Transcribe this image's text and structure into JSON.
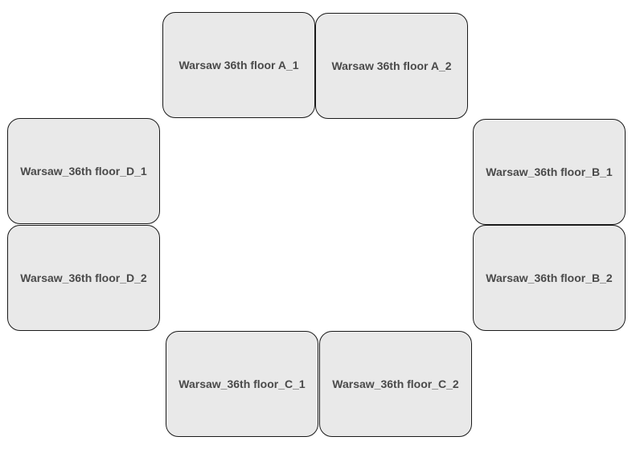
{
  "rooms": {
    "a1": {
      "label": "Warsaw 36th floor A_1"
    },
    "a2": {
      "label": "Warsaw 36th floor A_2"
    },
    "b1": {
      "label": "Warsaw_36th floor_B_1"
    },
    "b2": {
      "label": "Warsaw_36th floor_B_2"
    },
    "c1": {
      "label": "Warsaw_36th floor_C_1"
    },
    "c2": {
      "label": "Warsaw_36th floor_C_2"
    },
    "d1": {
      "label": "Warsaw_36th floor_D_1"
    },
    "d2": {
      "label": "Warsaw_36th floor_D_2"
    }
  },
  "colors": {
    "box_fill": "#e9e9e9",
    "box_border": "#1a1a1a",
    "label_text": "#4a4a4a",
    "background": "#ffffff"
  }
}
